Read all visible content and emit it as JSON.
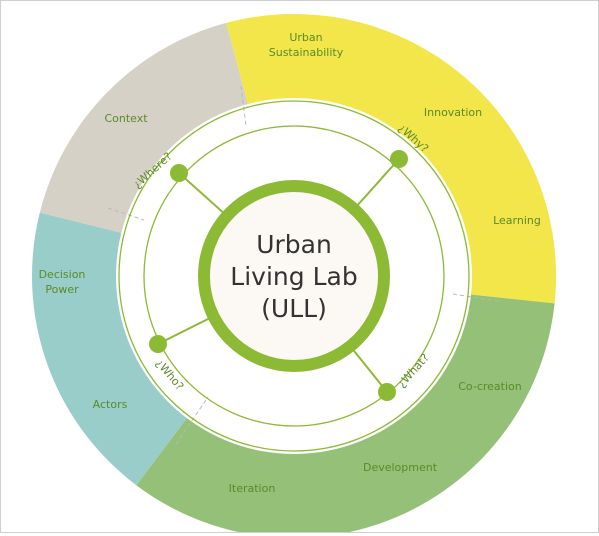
{
  "center": {
    "lines": [
      "Urban",
      "Living Lab",
      "(ULL)"
    ]
  },
  "questions": [
    {
      "text": "¿Where?"
    },
    {
      "text": "¿Why?"
    },
    {
      "text": "¿What?"
    },
    {
      "text": "¿Who?"
    }
  ],
  "segments": [
    {
      "name": "context",
      "color": "#d6d1c6",
      "labels": [
        "Context"
      ]
    },
    {
      "name": "why",
      "color": "#f2e64a",
      "labels": [
        "Urban Sustainability",
        "Innovation",
        "Learning"
      ]
    },
    {
      "name": "what",
      "color": "#94c078",
      "labels": [
        "Co-creation",
        "Development",
        "Iteration"
      ]
    },
    {
      "name": "who",
      "color": "#99cdc9",
      "labels": [
        "Decision Power",
        "Actors"
      ]
    }
  ],
  "colors": {
    "accent": "#8cba34",
    "label": "#5a8a2a",
    "center_fill": "#fcf9f5",
    "center_text": "#333333",
    "divider": "#b8b8b8"
  }
}
